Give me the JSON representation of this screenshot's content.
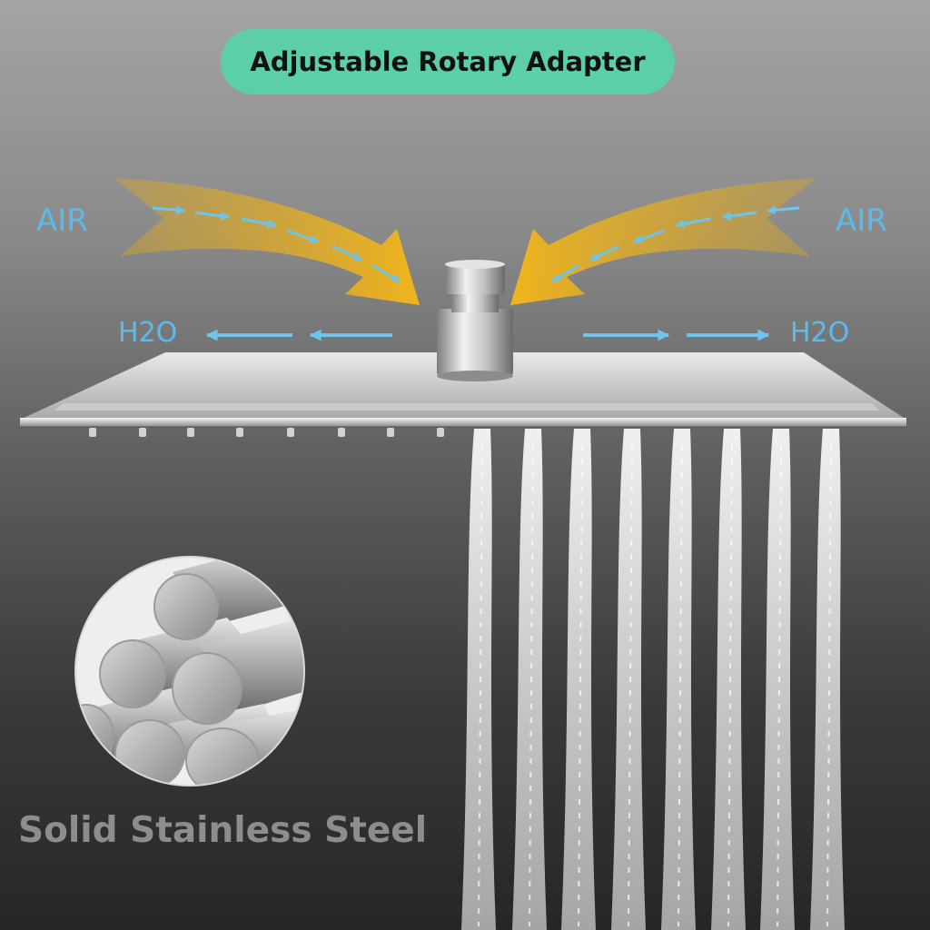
{
  "banner": {
    "text": "Adjustable Rotary Adapter",
    "color": "#5ccfa8"
  },
  "labels": {
    "air_left": "AIR",
    "air_right": "AIR",
    "h2o_left": "H2O",
    "h2o_right": "H2O"
  },
  "caption": {
    "text": "Solid Stainless Steel"
  },
  "colors": {
    "air_arrow": "#e0a81c",
    "flow_arrow": "#6fc4ec",
    "label_text": "#5bbbea",
    "water": "#e6e6e6"
  },
  "icons": {
    "arrows": "airflow-arrow",
    "spray": "water-stream"
  }
}
